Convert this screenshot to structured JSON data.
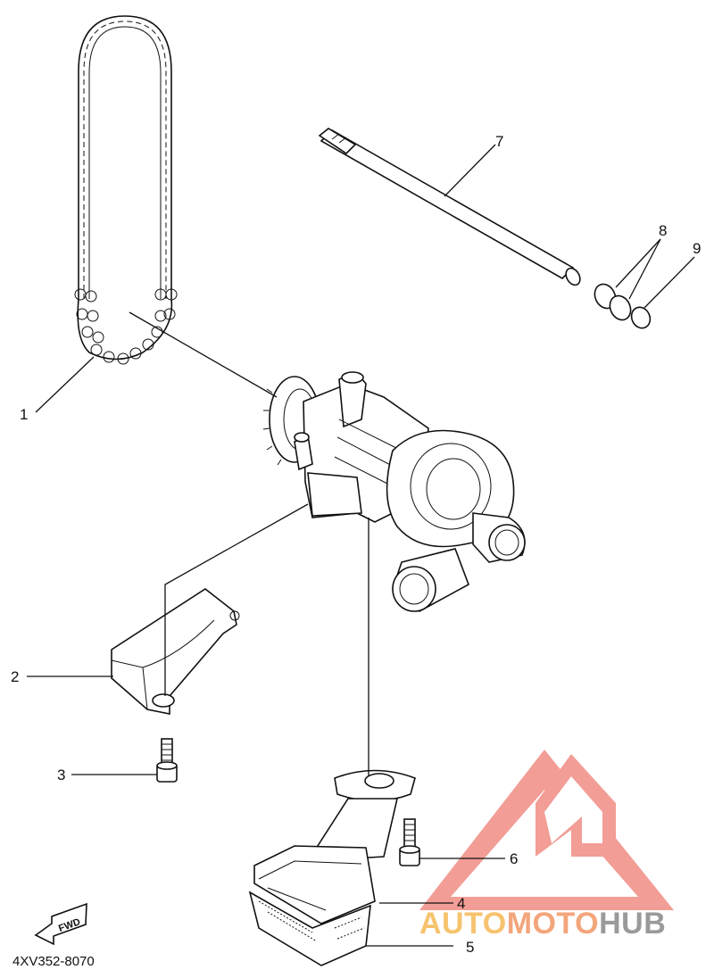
{
  "diagram": {
    "callouts": [
      {
        "id": "1",
        "label": "1"
      },
      {
        "id": "2",
        "label": "2"
      },
      {
        "id": "3",
        "label": "3"
      },
      {
        "id": "4",
        "label": "4"
      },
      {
        "id": "5",
        "label": "5"
      },
      {
        "id": "6",
        "label": "6"
      },
      {
        "id": "7",
        "label": "7"
      },
      {
        "id": "8",
        "label": "8"
      },
      {
        "id": "9",
        "label": "9"
      }
    ],
    "part_code": "4XV352-8070",
    "fwd_label": "FWD"
  },
  "watermark": {
    "text_auto": "AUTO",
    "text_moto": "MOTO",
    "text_hub": "HUB",
    "colors": {
      "logo": "#f08c84",
      "auto": "#f6c36e",
      "moto": "#f3a57b",
      "hub": "#9a9a9a"
    }
  }
}
